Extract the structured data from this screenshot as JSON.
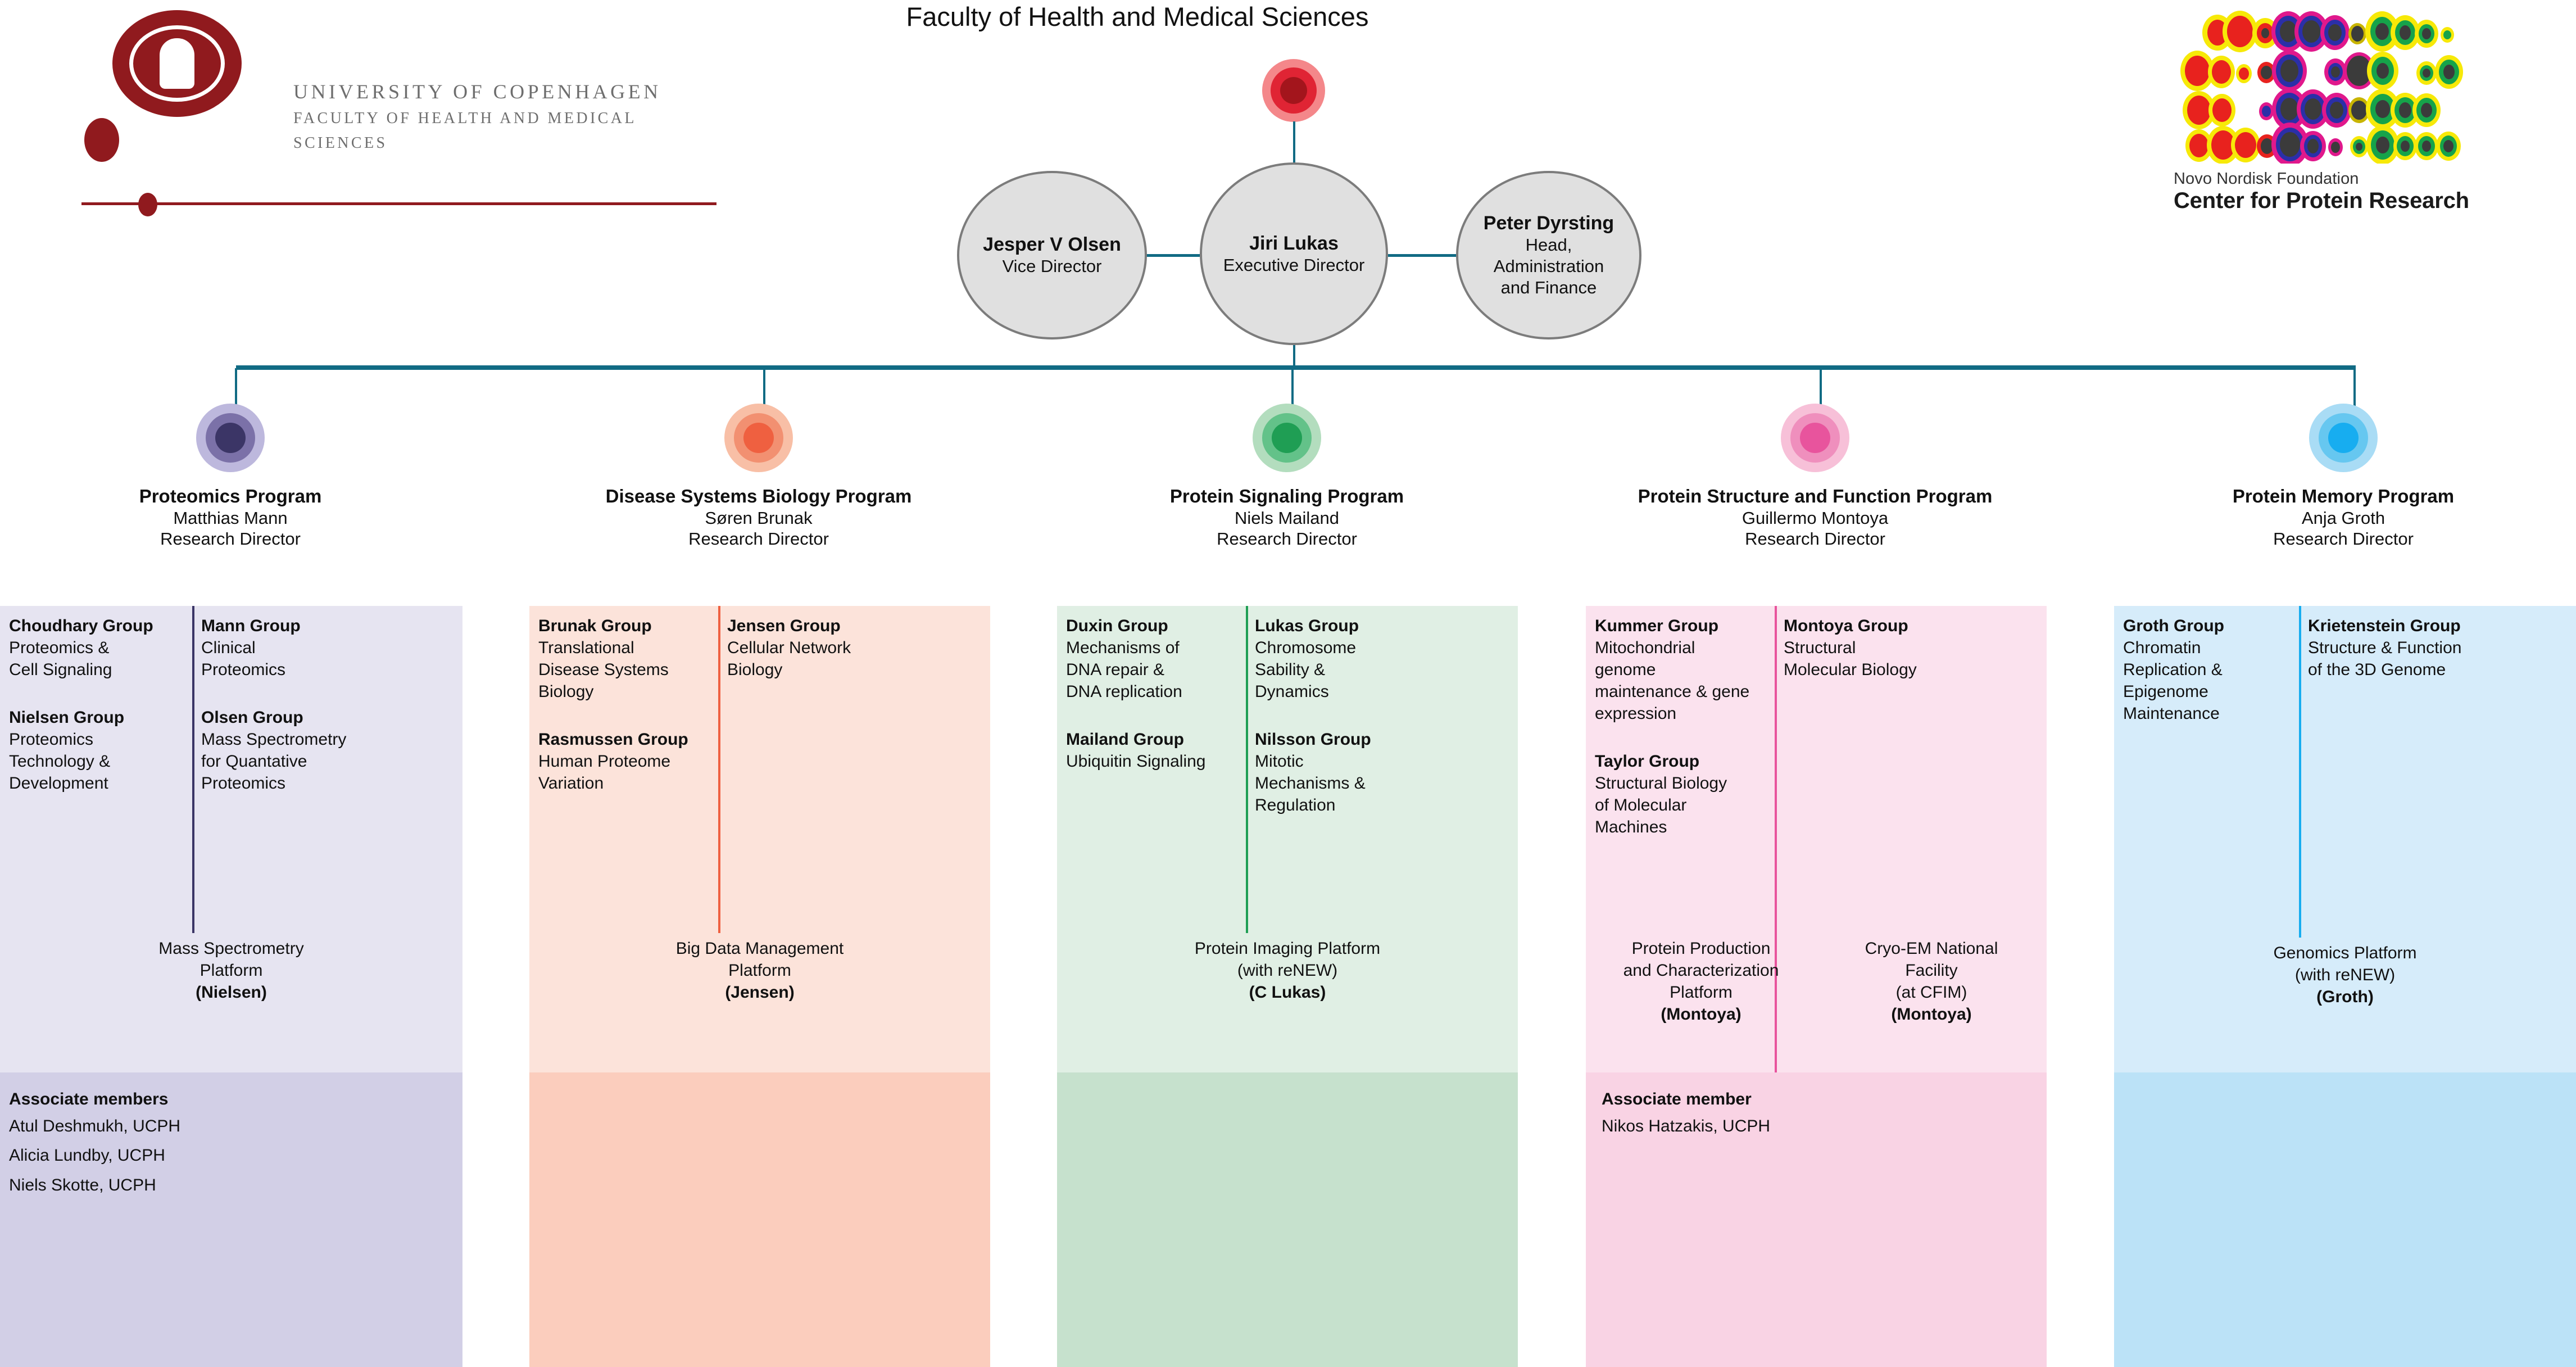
{
  "brand": {
    "ucph": {
      "line1": "UNIVERSITY OF COPENHAGEN",
      "line2a": "FACULTY OF HEALTH AND MEDICAL",
      "line2b": "SCIENCES"
    },
    "cpr": {
      "caption_top": "Novo Nordisk Foundation",
      "caption_bottom": "Center for Protein Research"
    }
  },
  "header": {
    "title": "Faculty of Health and Medical Sciences"
  },
  "leadership": [
    {
      "name": "Jesper V Olsen",
      "role": "Vice Director"
    },
    {
      "name": "Jiri Lukas",
      "role": "Executive Director"
    },
    {
      "name": "Peter Dyrsting",
      "role": "Head,\nAdministration\nand Finance"
    }
  ],
  "programs": [
    {
      "title": "Proteomics Program",
      "director": "Matthias Mann",
      "role": "Research Director",
      "colors": {
        "outer": "#bdb8dd",
        "mid": "#7b71a8",
        "inner": "#3b3566",
        "panel_top": "#e6e4f1",
        "panel_bottom": "#d2cfe6",
        "divider": "#3b3566"
      },
      "left_groups": [
        {
          "name": "Choudhary Group",
          "desc": "Proteomics &\nCell Signaling"
        },
        {
          "name": "Nielsen Group",
          "desc": "Proteomics\nTechnology &\nDevelopment"
        }
      ],
      "right_groups": [
        {
          "name": "Mann Group",
          "desc": "Clinical\nProteomics"
        },
        {
          "name": "Olsen Group",
          "desc": "Mass Spectrometry\nfor Quantative\nProteomics"
        }
      ],
      "platforms": [
        {
          "lines": [
            "Mass Spectrometry",
            "Platform"
          ],
          "lead": "(Nielsen)"
        }
      ],
      "associates": {
        "title": "Associate members",
        "members": [
          "Atul Deshmukh, UCPH",
          "Alicia Lundby, UCPH",
          "Niels Skotte, UCPH"
        ]
      }
    },
    {
      "title": "Disease Systems Biology Program",
      "director": "Søren Brunak",
      "role": "Research Director",
      "colors": {
        "outer": "#f8bfa6",
        "mid": "#f29071",
        "inner": "#ef6040",
        "panel_top": "#fce3da",
        "panel_bottom": "#fbcdbd",
        "divider": "#ef6040"
      },
      "left_groups": [
        {
          "name": "Brunak Group",
          "desc": "Translational\nDisease Systems\nBiology"
        },
        {
          "name": "Rasmussen Group",
          "desc": "Human Proteome\nVariation"
        }
      ],
      "right_groups": [
        {
          "name": "Jensen Group",
          "desc": "Cellular Network\nBiology"
        }
      ],
      "platforms": [
        {
          "lines": [
            "Big Data Management",
            "Platform"
          ],
          "lead": "(Jensen)"
        }
      ],
      "associates": null
    },
    {
      "title": "Protein Signaling Program",
      "director": "Niels Mailand",
      "role": "Research Director",
      "colors": {
        "outer": "#b3ddbe",
        "mid": "#63c289",
        "inner": "#1f9e54",
        "panel_top": "#e0efe4",
        "panel_bottom": "#c6e1cd",
        "divider": "#1f9e54"
      },
      "left_groups": [
        {
          "name": "Duxin Group",
          "desc": "Mechanisms of\nDNA repair &\nDNA replication"
        },
        {
          "name": "Mailand Group",
          "desc": "Ubiquitin Signaling"
        }
      ],
      "right_groups": [
        {
          "name": "Lukas Group",
          "desc": "Chromosome\nSability &\nDynamics"
        },
        {
          "name": "Nilsson Group",
          "desc": "Mitotic\nMechanisms &\nRegulation"
        }
      ],
      "platforms": [
        {
          "lines": [
            "Protein Imaging Platform",
            "(with reNEW)"
          ],
          "lead": "(C Lukas)"
        }
      ],
      "associates": null
    },
    {
      "title": "Protein Structure and Function Program",
      "director": "Guillermo Montoya",
      "role": "Research Director",
      "colors": {
        "outer": "#f7c0d8",
        "mid": "#ef8fbd",
        "inner": "#e8549d",
        "panel_top": "#fbe2ee",
        "panel_bottom": "#f9d3e4",
        "divider": "#e8549d"
      },
      "left_groups": [
        {
          "name": "Kummer Group",
          "desc": "Mitochondrial\ngenome\nmaintenance & gene\nexpression"
        },
        {
          "name": "Taylor Group",
          "desc": "Structural Biology\nof Molecular\nMachines"
        }
      ],
      "right_groups": [
        {
          "name": "Montoya Group",
          "desc": "Structural\nMolecular Biology"
        }
      ],
      "platforms": [
        {
          "lines": [
            "Protein Production",
            "and Characterization",
            "Platform"
          ],
          "lead": "(Montoya)"
        },
        {
          "lines": [
            "Cryo-EM National",
            "Facility",
            "(at CFIM)"
          ],
          "lead": "(Montoya)"
        }
      ],
      "associates": {
        "title": "Associate member",
        "members": [
          "Nikos Hatzakis, UCPH"
        ]
      }
    },
    {
      "title": "Protein Memory Program",
      "director": "Anja Groth",
      "role": "Research Director",
      "colors": {
        "outer": "#a9dcf5",
        "mid": "#66c7f0",
        "inner": "#17adf0",
        "panel_top": "#d6ecfa",
        "panel_bottom": "#bbe2f7",
        "divider": "#17adf0"
      },
      "left_groups": [
        {
          "name": "Groth Group",
          "desc": "Chromatin\nReplication &\nEpigenome\nMaintenance"
        }
      ],
      "right_groups": [
        {
          "name": "Krietenstein Group",
          "desc": "Structure & Function\nof the 3D Genome"
        }
      ],
      "platforms": [
        {
          "lines": [
            "Genomics Platform",
            "(with reNEW)"
          ],
          "lead": "(Groth)"
        }
      ],
      "associates": null
    }
  ],
  "theme": {
    "connector": "#116b84",
    "ucph_red": "#901a1e",
    "ellipse_fill": "#e0e0e0",
    "ellipse_stroke": "#7c7c7c"
  }
}
